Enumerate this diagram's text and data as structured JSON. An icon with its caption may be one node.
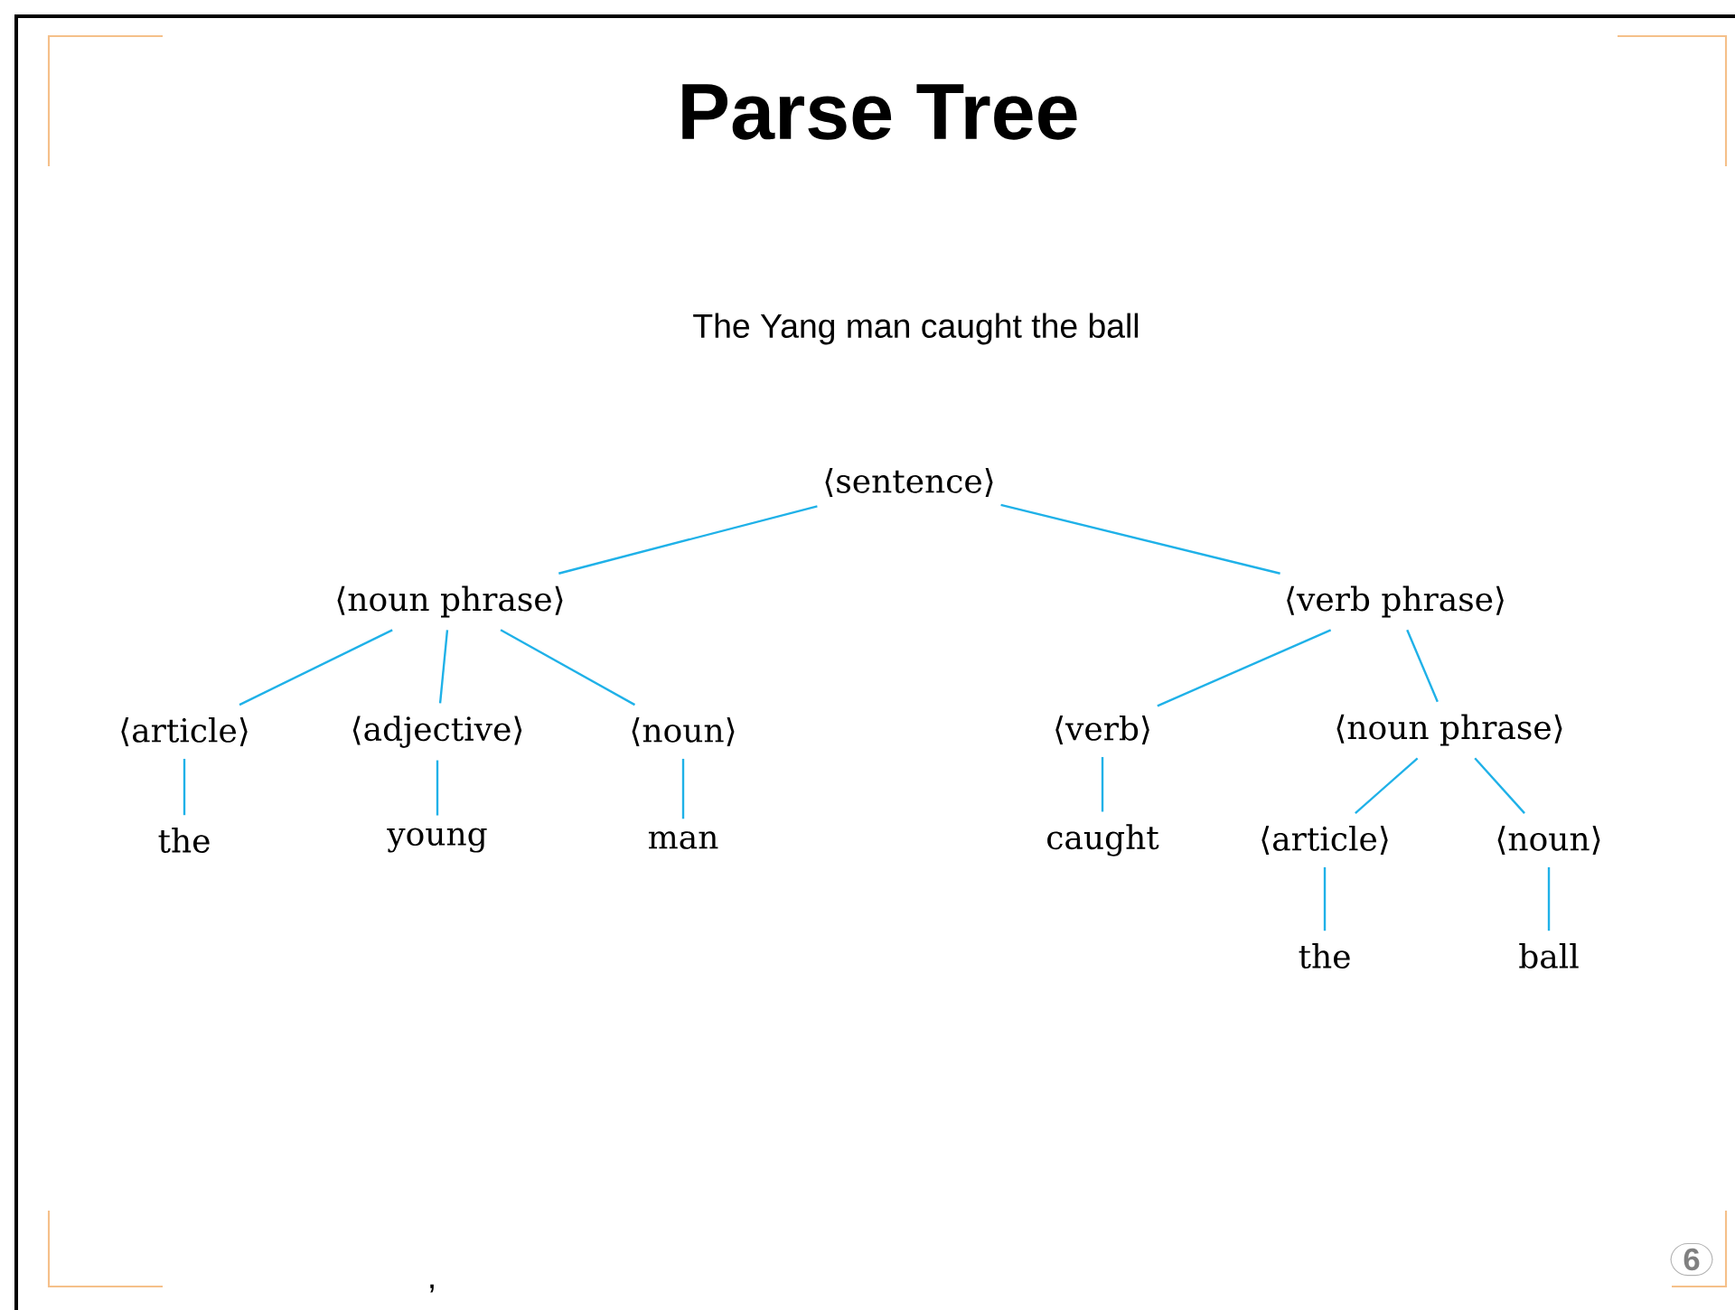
{
  "diagram": {
    "title": "Parse Tree",
    "nodes": [
      {
        "text": [
          "⟨sentence⟩"
        ]
      },
      {
        "text": [
          "⟨noun phrase⟩"
        ]
      },
      {
        "text": [
          "⟨verb phrase⟩"
        ]
      },
      {
        "text": [
          "⟨article⟩"
        ]
      },
      {
        "text": [
          "⟨adjective⟩"
        ]
      },
      {
        "text": [
          "⟨noun⟩"
        ]
      },
      {
        "text": [
          "⟨verb⟩"
        ]
      },
      {
        "text": [
          "⟨noun phrase⟩"
        ]
      },
      {
        "text": [
          "the"
        ]
      },
      {
        "text": [
          "young"
        ]
      },
      {
        "text": [
          "man"
        ]
      },
      {
        "text": [
          "caught"
        ]
      },
      {
        "text": [
          "⟨article⟩"
        ]
      },
      {
        "text": [
          "⟨noun⟩"
        ]
      },
      {
        "text": [
          "the"
        ]
      },
      {
        "text": [
          "ball"
        ]
      }
    ],
    "edges": [
      {
        "from": 0,
        "to": 1,
        "arrow": "none"
      },
      {
        "from": 0,
        "to": 2,
        "arrow": "none"
      },
      {
        "from": 1,
        "to": 3,
        "arrow": "none"
      },
      {
        "from": 1,
        "to": 4,
        "arrow": "none"
      },
      {
        "from": 1,
        "to": 5,
        "arrow": "none"
      },
      {
        "from": 2,
        "to": 6,
        "arrow": "none"
      },
      {
        "from": 2,
        "to": 7,
        "arrow": "none"
      },
      {
        "from": 3,
        "to": 8,
        "arrow": "none"
      },
      {
        "from": 4,
        "to": 9,
        "arrow": "none"
      },
      {
        "from": 5,
        "to": 10,
        "arrow": "none"
      },
      {
        "from": 6,
        "to": 11,
        "arrow": "none"
      },
      {
        "from": 7,
        "to": 12,
        "arrow": "none"
      },
      {
        "from": 7,
        "to": 13,
        "arrow": "none"
      },
      {
        "from": 12,
        "to": 14,
        "arrow": "none"
      },
      {
        "from": 13,
        "to": 15,
        "arrow": "none"
      }
    ],
    "labels": [
      "The Yang man caught the ball",
      ",",
      "6"
    ]
  }
}
